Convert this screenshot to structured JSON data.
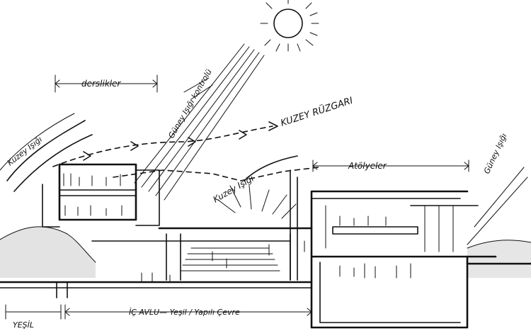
{
  "labels": {
    "derslikler": "derslikler",
    "guney_isigi_kontrolu": "Güney Işığı kontrolü",
    "kuzey_ruzgari": "KUZEY RÜZGARI",
    "kuzey_isigi_left": "Kuzey Işığı",
    "kuzey_isigi_center": "Kuzey Işığı",
    "atolyeler": "Atölyeler",
    "guney_isigi_right": "Güney Işığı",
    "yesil": "YEŞİL",
    "ic_avlu": "İÇ AVLU— Yeşil / Yapılı Çevre"
  },
  "colors": {
    "ink": "#111111",
    "paper": "#ffffff",
    "shade": "#d9d9d9"
  }
}
